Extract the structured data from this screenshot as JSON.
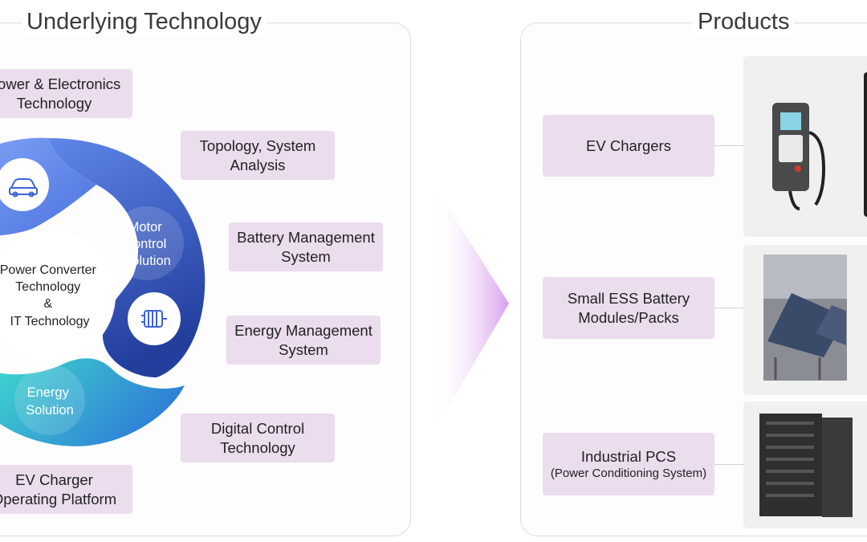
{
  "left": {
    "title": "Underlying Technology",
    "tags": {
      "power_electronics": [
        "Power & Electronics",
        "Technology"
      ],
      "topology": [
        "Topology, System",
        "Analysis"
      ],
      "battery_mgmt": [
        "Battery Management",
        "System"
      ],
      "energy_mgmt": [
        "Energy Management",
        "System"
      ],
      "digital_control": [
        "Digital Control",
        "Technology"
      ],
      "ev_platform": [
        "EV Charger",
        "Operating Platform"
      ]
    },
    "wheel": {
      "center": [
        "Power Converter",
        "Technology",
        "&",
        "IT Technology"
      ],
      "motor": [
        "Motor",
        "Control",
        "Solution"
      ],
      "energy": [
        "Energy",
        "Solution"
      ],
      "icons": [
        "car-icon",
        "motor-icon"
      ]
    }
  },
  "right": {
    "title": "Products",
    "products": [
      {
        "lines": [
          "EV Chargers"
        ],
        "sub": ""
      },
      {
        "lines": [
          "Small ESS Battery",
          "Modules/Packs"
        ],
        "sub": ""
      },
      {
        "lines": [
          "Industrial PCS"
        ],
        "sub": "(Power Conditioning System)"
      }
    ]
  },
  "colors": {
    "tag_bg": "#ebdcee",
    "wheel_blue": "#2f4aa8",
    "wheel_teal": "#3fd0cf",
    "arrow": "#d9a6ee"
  }
}
